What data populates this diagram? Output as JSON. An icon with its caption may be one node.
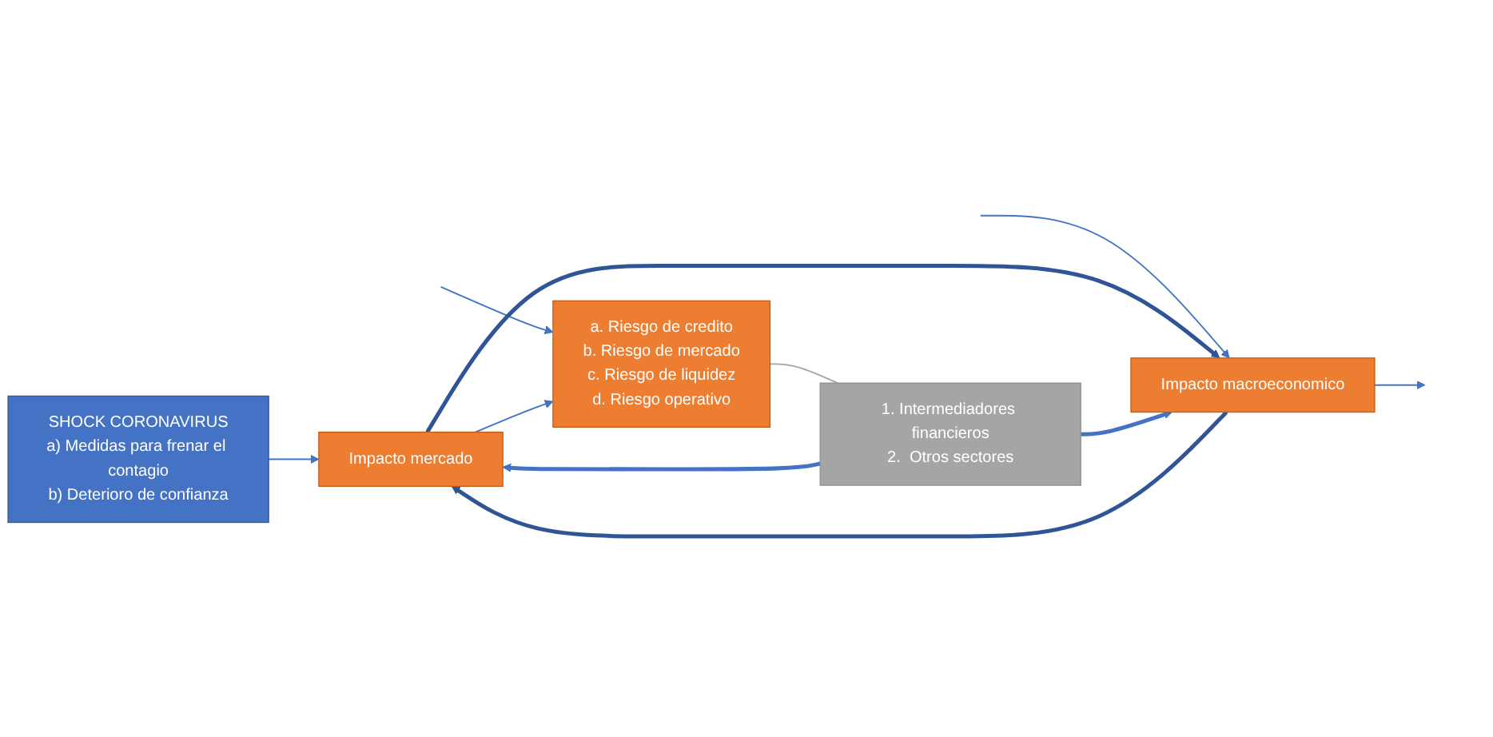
{
  "diagram": {
    "nodes": [
      {
        "text": [
          "SHOCK CORONAVIRUS",
          "a) Medidas para frenar el contagio",
          "b) Deterioro de confianza"
        ]
      },
      {
        "text": [
          "Impacto macroeconomico"
        ]
      },
      {
        "text": [
          "Impacto mercado"
        ]
      },
      {
        "text": [
          "a. Riesgo de credito",
          "b. Riesgo de mercado",
          "c. Riesgo de liquidez",
          "d. Riesgo operativo"
        ]
      },
      {
        "text": [
          "1. Intermediadores financieros",
          "2.  Otros sectores"
        ]
      }
    ],
    "edges": [
      {
        "from": null,
        "to": 1,
        "arrow": "to"
      },
      {
        "from": 0,
        "to": 2,
        "arrow": "to"
      },
      {
        "from": 1,
        "to": null,
        "arrow": "to"
      },
      {
        "from": null,
        "to": 3,
        "arrow": "to"
      },
      {
        "from": 2,
        "to": 3,
        "arrow": "to"
      },
      {
        "from": 2,
        "to": 1,
        "arrow": "to",
        "style": "thick",
        "color": "#2f5597"
      },
      {
        "from": 1,
        "to": 2,
        "arrow": "to",
        "style": "thick",
        "color": "#2f5597"
      },
      {
        "from": 3,
        "to": 4,
        "arrow": "none",
        "color": "#a5a5a5"
      },
      {
        "from": 4,
        "to": 1,
        "arrow": "to",
        "style": "thick"
      },
      {
        "from": 4,
        "to": 2,
        "arrow": "to",
        "style": "thick"
      }
    ]
  }
}
